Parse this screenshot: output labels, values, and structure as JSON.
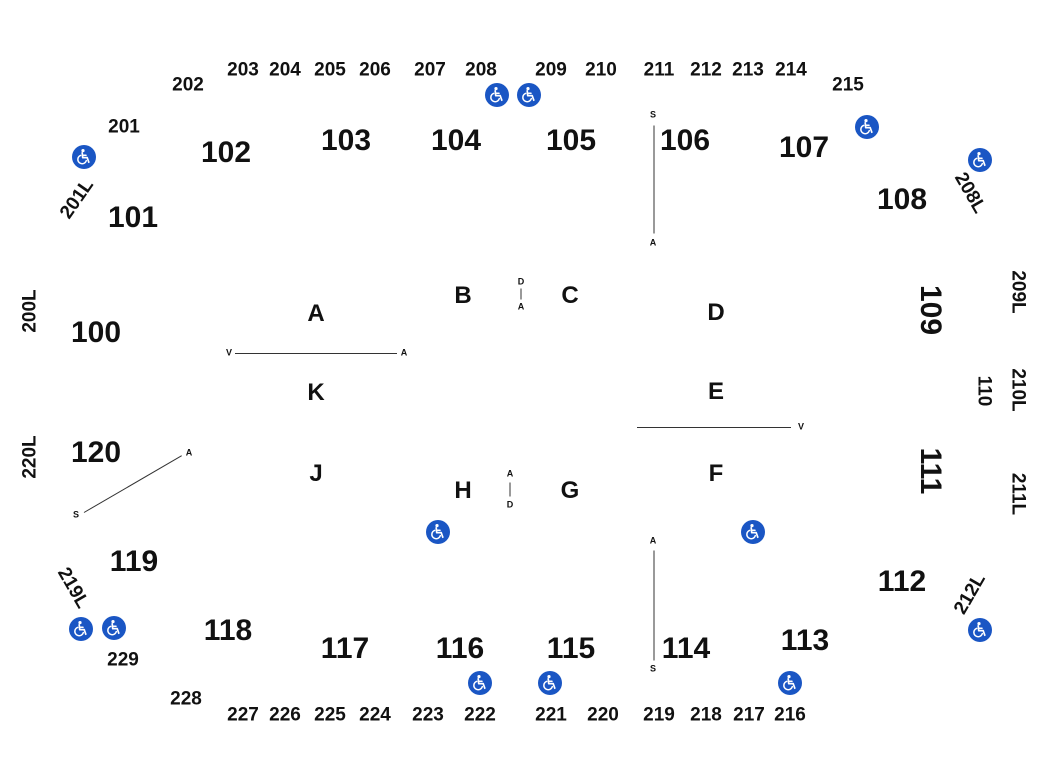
{
  "colors": {
    "text": "#111111",
    "accessible": "#1a56c4",
    "line": "#333333"
  },
  "accessible_icon": "wheelchair-icon",
  "lower_sections": [
    "100",
    "101",
    "102",
    "103",
    "104",
    "105",
    "106",
    "107",
    "108",
    "109",
    "110",
    "111",
    "112",
    "113",
    "114",
    "115",
    "116",
    "117",
    "118",
    "119",
    "120"
  ],
  "upper_sections": [
    "201",
    "202",
    "203",
    "204",
    "205",
    "206",
    "207",
    "208",
    "209",
    "210",
    "211",
    "212",
    "213",
    "214",
    "215",
    "216",
    "217",
    "218",
    "219",
    "220",
    "221",
    "222",
    "223",
    "224",
    "225",
    "226",
    "227",
    "228",
    "229"
  ],
  "loge_sections": [
    "200L",
    "201L",
    "208L",
    "209L",
    "210L",
    "211L",
    "212L",
    "219L",
    "220L"
  ],
  "floor_sections": [
    "A",
    "B",
    "C",
    "D",
    "E",
    "F",
    "G",
    "H",
    "J",
    "K"
  ],
  "markers": {
    "S": "S",
    "A": "A",
    "V": "V",
    "D": "D"
  }
}
